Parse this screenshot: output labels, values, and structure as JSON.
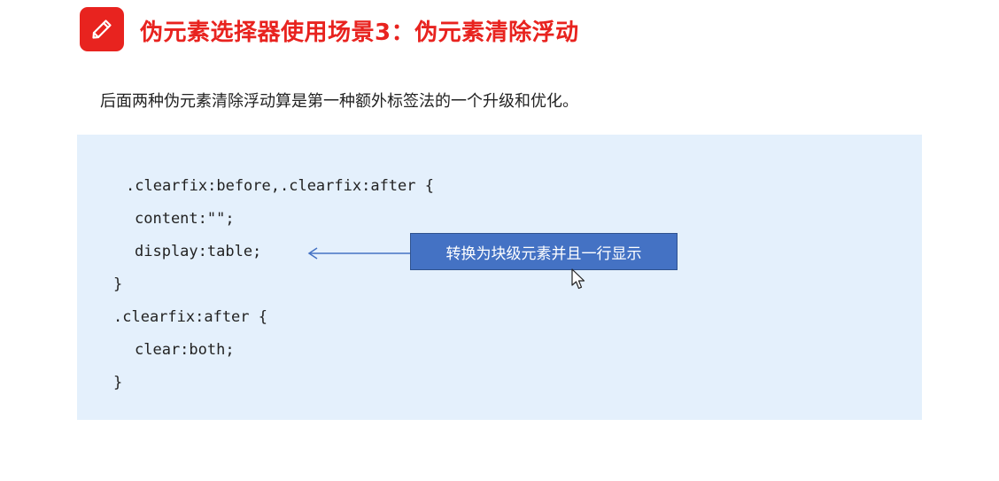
{
  "header": {
    "icon": "pencil-icon",
    "title": "伪元素选择器使用场景3：伪元素清除浮动",
    "accent_color": "#e8231f"
  },
  "intro_text": "后面两种伪元素清除浮动算是第一种额外标签法的一个升级和优化。",
  "code": {
    "background_color": "#e4f0fc",
    "lines": [
      ".clearfix:before,.clearfix:after {",
      "content:\"\";",
      "display:table;",
      "}",
      ".clearfix:after {",
      "clear:both;",
      "}"
    ]
  },
  "callout": {
    "text": "转换为块级元素并且一行显示",
    "color": "#4472c4",
    "points_to": "display:table;"
  },
  "cursor_icon": "mouse-pointer-icon"
}
